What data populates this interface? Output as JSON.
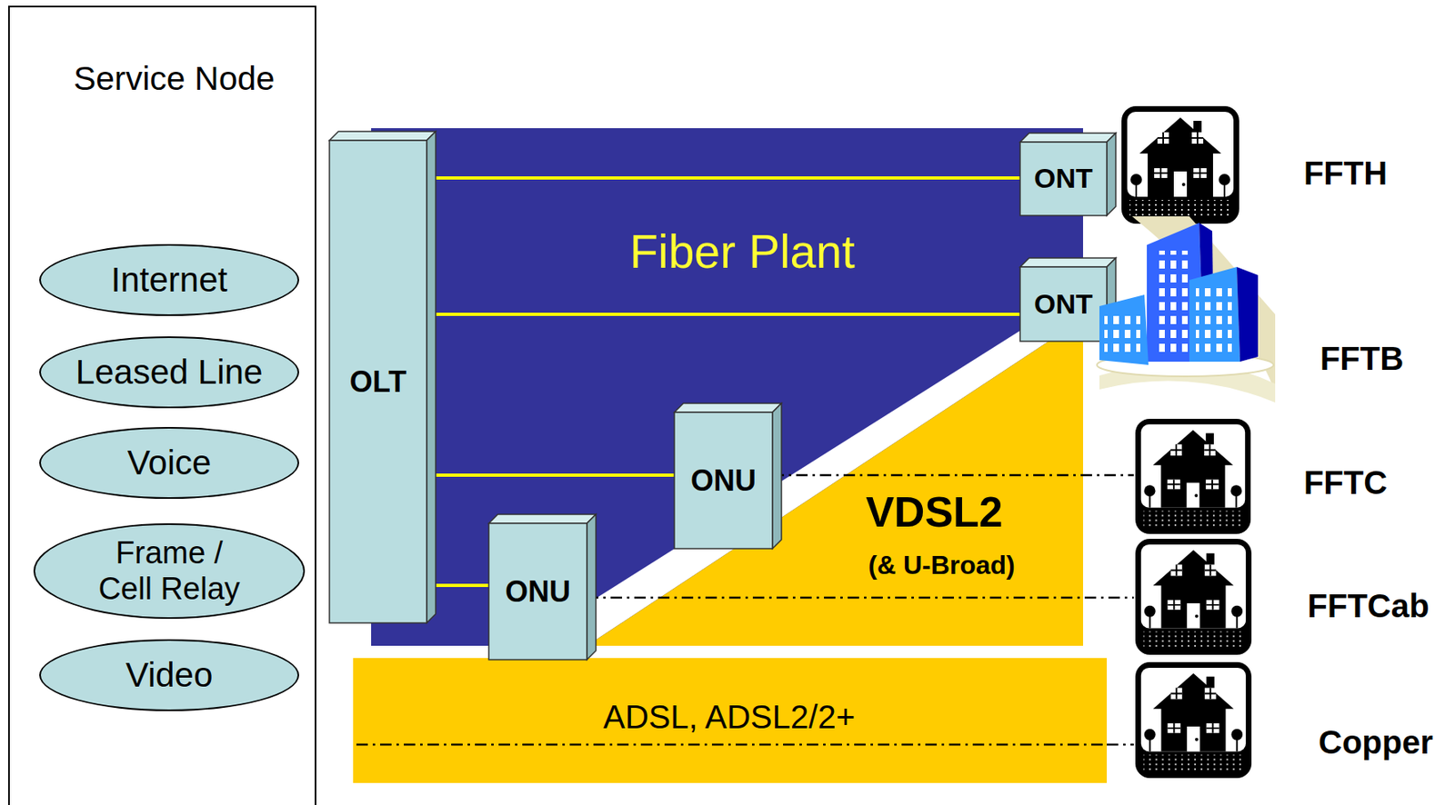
{
  "diagram": {
    "nodes": [
      {
        "text": [
          "Service Node"
        ]
      },
      {
        "text": [
          "Internet"
        ],
        "in": 0
      },
      {
        "text": [
          "Leased Line"
        ],
        "in": 0
      },
      {
        "text": [
          "Voice"
        ],
        "in": 0
      },
      {
        "text": [
          "Frame / Cell Relay"
        ],
        "in": 0
      },
      {
        "text": [
          "Video"
        ],
        "in": 0
      },
      {
        "text": [
          "Fiber Plant"
        ]
      },
      {
        "text": [
          "OLT"
        ]
      },
      {
        "text": [
          "ONT"
        ]
      },
      {
        "text": [
          "ONT"
        ]
      },
      {
        "text": [
          "ONU"
        ]
      },
      {
        "text": [
          "ONU"
        ]
      },
      {
        "text": [
          "VDSL2",
          "(& U-Broad)"
        ]
      },
      {
        "text": [
          "ADSL, ADSL2/2+"
        ]
      },
      {
        "text": [
          "FFTH"
        ]
      },
      {
        "text": [
          "FFTB"
        ]
      },
      {
        "text": [
          "FFTC"
        ]
      },
      {
        "text": [
          "FFTCab"
        ]
      },
      {
        "text": [
          "Copper"
        ]
      }
    ],
    "edges": [
      {
        "from": 7,
        "to": 8,
        "arrow": "none"
      },
      {
        "from": 7,
        "to": 9,
        "arrow": "none"
      },
      {
        "from": 7,
        "to": 10,
        "arrow": "none"
      },
      {
        "from": 7,
        "to": 11,
        "arrow": "none"
      },
      {
        "from": 10,
        "to": 16,
        "arrow": "none"
      },
      {
        "from": 11,
        "to": 17,
        "arrow": "none"
      },
      {
        "from": 13,
        "to": 18,
        "arrow": "none"
      }
    ]
  }
}
